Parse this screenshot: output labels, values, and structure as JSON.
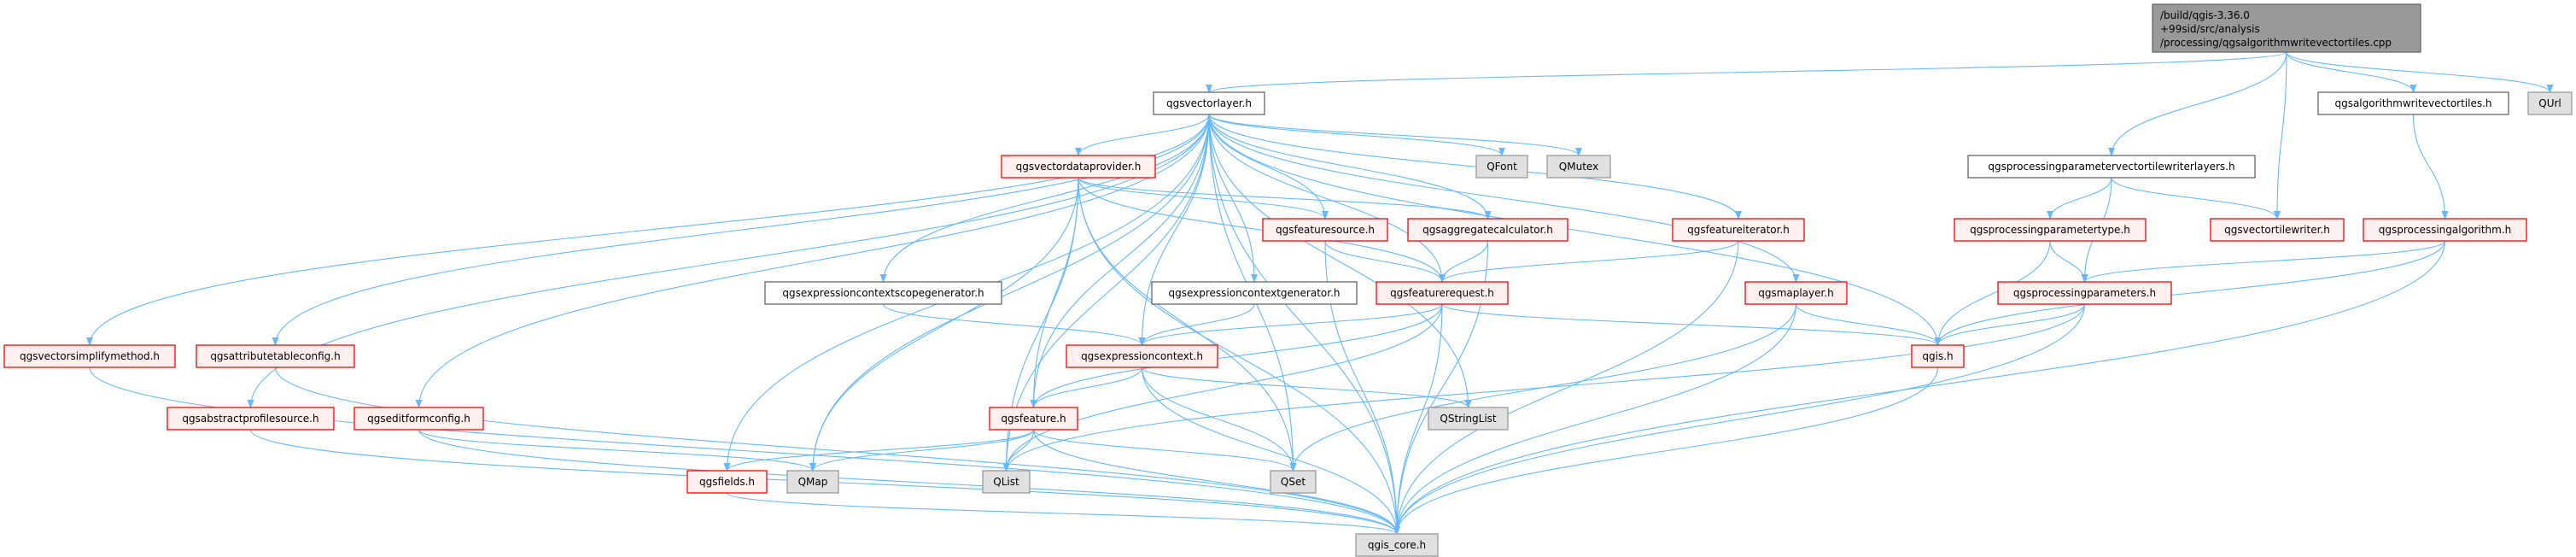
{
  "graph": {
    "edge_color": "#63b8ff",
    "nodes": {
      "root": {
        "lines": [
          "/build/qgis-3.36.0",
          "+99sid/src/analysis",
          "/processing/qgsalgorithmwritevectortiles.cpp"
        ]
      },
      "vectorlayer": {
        "label": "qgsvectorlayer.h"
      },
      "algwvt": {
        "label": "qgsalgorithmwritevectortiles.h"
      },
      "qurl": {
        "label": "QUrl"
      },
      "vdp": {
        "label": "qgsvectordataprovider.h"
      },
      "qfont": {
        "label": "QFont"
      },
      "qmutex": {
        "label": "QMutex"
      },
      "ppvtwl": {
        "label": "qgsprocessingparametervectortilewriterlayers.h"
      },
      "fsource": {
        "label": "qgsfeaturesource.h"
      },
      "aggcalc": {
        "label": "qgsaggregatecalculator.h"
      },
      "fiter": {
        "label": "qgsfeatureiterator.h"
      },
      "pptype": {
        "label": "qgsprocessingparametertype.h"
      },
      "vtw": {
        "label": "qgsvectortilewriter.h"
      },
      "palg": {
        "label": "qgsprocessingalgorithm.h"
      },
      "ecsg": {
        "label": "qgsexpressioncontextscopegenerator.h"
      },
      "ecg": {
        "label": "qgsexpressioncontextgenerator.h"
      },
      "freq": {
        "label": "qgsfeaturerequest.h"
      },
      "maplayer": {
        "label": "qgsmaplayer.h"
      },
      "pparams": {
        "label": "qgsprocessingparameters.h"
      },
      "vsm": {
        "label": "qgsvectorsimplifymethod.h"
      },
      "atc": {
        "label": "qgsattributetableconfig.h"
      },
      "ectx": {
        "label": "qgsexpressioncontext.h"
      },
      "qgish": {
        "label": "qgis.h"
      },
      "aps": {
        "label": "qgsabstractprofilesource.h"
      },
      "efc": {
        "label": "qgseditformconfig.h"
      },
      "feature": {
        "label": "qgsfeature.h"
      },
      "qsl": {
        "label": "QStringList"
      },
      "fields": {
        "label": "qgsfields.h"
      },
      "qmap": {
        "label": "QMap"
      },
      "qlist": {
        "label": "QList"
      },
      "qset": {
        "label": "QSet"
      },
      "core": {
        "label": "qgis_core.h"
      }
    },
    "edges": [
      [
        "root",
        "vectorlayer"
      ],
      [
        "root",
        "ppvtwl"
      ],
      [
        "root",
        "vtw"
      ],
      [
        "root",
        "algwvt"
      ],
      [
        "root",
        "qurl"
      ],
      [
        "algwvt",
        "palg"
      ],
      [
        "ppvtwl",
        "pptype"
      ],
      [
        "ppvtwl",
        "pparams"
      ],
      [
        "ppvtwl",
        "vtw"
      ],
      [
        "pptype",
        "pparams"
      ],
      [
        "pptype",
        "qgish"
      ],
      [
        "palg",
        "pparams"
      ],
      [
        "palg",
        "qgish"
      ],
      [
        "palg",
        "core"
      ],
      [
        "pparams",
        "qgish"
      ],
      [
        "pparams",
        "core"
      ],
      [
        "pparams",
        "qlist"
      ],
      [
        "qgish",
        "core"
      ],
      [
        "maplayer",
        "qgish"
      ],
      [
        "maplayer",
        "qset"
      ],
      [
        "maplayer",
        "core"
      ],
      [
        "fiter",
        "freq"
      ],
      [
        "fiter",
        "core"
      ],
      [
        "freq",
        "ectx"
      ],
      [
        "freq",
        "feature"
      ],
      [
        "freq",
        "qlist"
      ],
      [
        "freq",
        "qgish"
      ],
      [
        "freq",
        "core"
      ],
      [
        "fsource",
        "freq"
      ],
      [
        "fsource",
        "core"
      ],
      [
        "aggcalc",
        "freq"
      ],
      [
        "aggcalc",
        "core"
      ],
      [
        "ecg",
        "ectx"
      ],
      [
        "ecsg",
        "ectx"
      ],
      [
        "ectx",
        "feature"
      ],
      [
        "ectx",
        "qsl"
      ],
      [
        "ectx",
        "qset"
      ],
      [
        "ectx",
        "core"
      ],
      [
        "feature",
        "fields"
      ],
      [
        "feature",
        "qmap"
      ],
      [
        "feature",
        "qlist"
      ],
      [
        "feature",
        "qset"
      ],
      [
        "feature",
        "core"
      ],
      [
        "fields",
        "core"
      ],
      [
        "vdp",
        "fsource"
      ],
      [
        "vdp",
        "aggcalc"
      ],
      [
        "vdp",
        "freq"
      ],
      [
        "vdp",
        "feature"
      ],
      [
        "vdp",
        "qset"
      ],
      [
        "vdp",
        "qmap"
      ],
      [
        "vdp",
        "qlist"
      ],
      [
        "vdp",
        "core"
      ],
      [
        "vectorlayer",
        "vdp"
      ],
      [
        "vectorlayer",
        "qfont"
      ],
      [
        "vectorlayer",
        "qmutex"
      ],
      [
        "vectorlayer",
        "fsource"
      ],
      [
        "vectorlayer",
        "aggcalc"
      ],
      [
        "vectorlayer",
        "freq"
      ],
      [
        "vectorlayer",
        "ecg"
      ],
      [
        "vectorlayer",
        "ecsg"
      ],
      [
        "vectorlayer",
        "ectx"
      ],
      [
        "vectorlayer",
        "fiter"
      ],
      [
        "vectorlayer",
        "maplayer"
      ],
      [
        "vectorlayer",
        "qgish"
      ],
      [
        "vectorlayer",
        "qsl"
      ],
      [
        "vectorlayer",
        "qset"
      ],
      [
        "vectorlayer",
        "core"
      ],
      [
        "vectorlayer",
        "vsm"
      ],
      [
        "vectorlayer",
        "atc"
      ],
      [
        "vectorlayer",
        "aps"
      ],
      [
        "vectorlayer",
        "efc"
      ],
      [
        "vectorlayer",
        "fields"
      ],
      [
        "vectorlayer",
        "qmap"
      ],
      [
        "vectorlayer",
        "qlist"
      ],
      [
        "vectorlayer",
        "feature"
      ],
      [
        "vsm",
        "core"
      ],
      [
        "atc",
        "core"
      ],
      [
        "aps",
        "core"
      ],
      [
        "efc",
        "core"
      ],
      [
        "efc",
        "qmap"
      ]
    ]
  }
}
